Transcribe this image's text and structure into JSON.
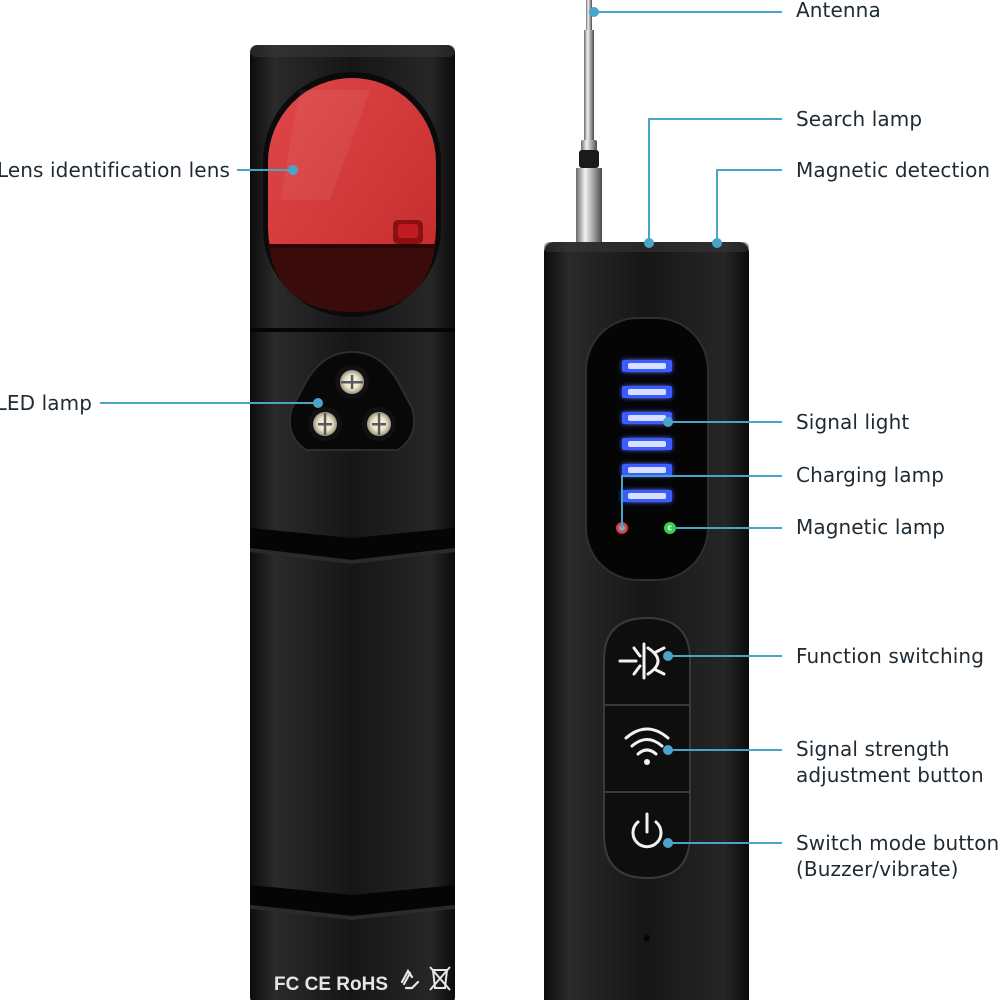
{
  "colors": {
    "leader": "#4aa3c8",
    "device_body": "#151515",
    "lens_red": "#d63a38",
    "signal_led": "#3c5cff",
    "charging_led": "#e8343a",
    "magnetic_led": "#36d43a"
  },
  "labels": {
    "antenna": "Antenna",
    "search_lamp": "Search lamp",
    "magnetic_detection": "Magnetic detection",
    "lens_identification_lens": "Lens identification lens",
    "led_lamp": "LED lamp",
    "signal_light": "Signal light",
    "charging_lamp": "Charging lamp",
    "magnetic_lamp": "Magnetic lamp",
    "function_switching": "Function switching",
    "signal_strength_line1": "Signal strength",
    "signal_strength_line2": "adjustment button",
    "switch_mode_line1": "Switch mode button",
    "switch_mode_line2": "(Buzzer/vibrate)"
  },
  "certification": "FC CE RoHS",
  "icons": [
    "led-beam-icon",
    "wifi-signal-icon",
    "power-icon",
    "recycle-icon",
    "weee-bin-icon"
  ]
}
